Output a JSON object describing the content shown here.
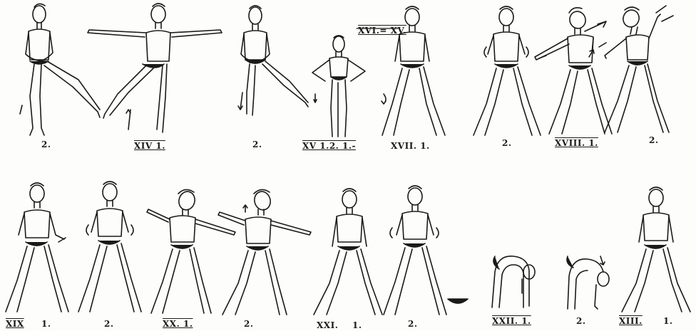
{
  "top_row": {
    "fig1_label": "2.",
    "fig2_label": "XIV 1.",
    "fig3_label": "2.",
    "fig4_label": "XV 1.2. 1.-",
    "banner": "XVI.= XV.",
    "fig5_label": "XVII. 1.",
    "fig6_label": "2.",
    "fig7_label": "XVIII. 1.",
    "fig8_label": "2."
  },
  "bottom_row": {
    "fig1_label_a": "XIX",
    "fig1_label_b": "1.",
    "fig2_label": "2.",
    "fig3_label": "XX. 1.",
    "fig4_label": "2.",
    "fig5_label_a": "XXI.",
    "fig5_label_b": "1.",
    "fig6_label": "2.",
    "fig7_label": "XXII. 1.",
    "fig8_label": "2.",
    "fig9_label_a": "XIII.",
    "fig9_label_b": "1."
  },
  "colors": {
    "ink": "#1a1a1a",
    "paper": "#fdfdfb"
  }
}
